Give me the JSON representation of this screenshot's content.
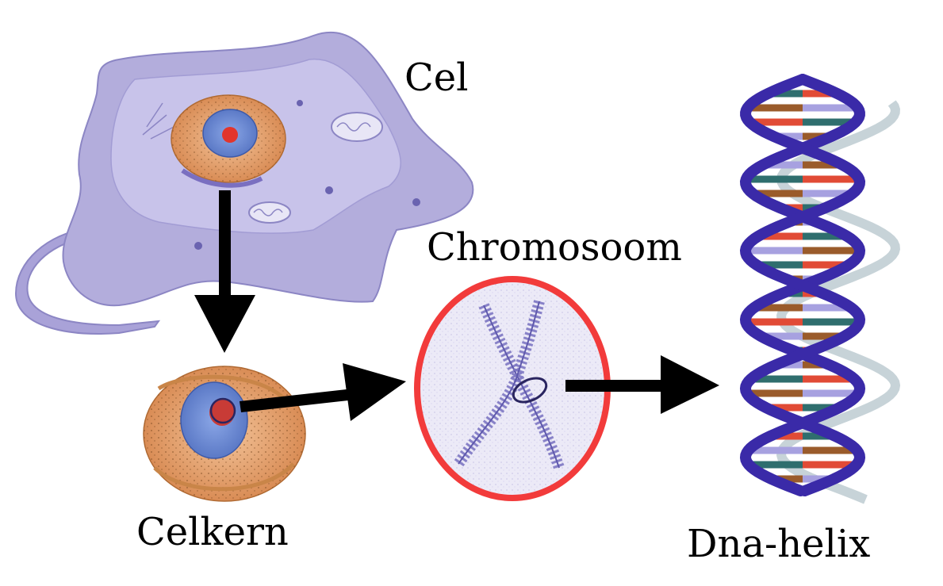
{
  "labels": {
    "cell": "Cel",
    "chromosome": "Chromosoom",
    "nucleus": "Celkern",
    "dna_helix": "Dna-helix"
  },
  "colors": {
    "cell_body": "#b3addc",
    "cell_outline": "#8c86c4",
    "nucleus_orange": "#e8a873",
    "nucleus_blue": "#6f8fd6",
    "nucleolus_red": "#e2352c",
    "chromosome_ring": "#f23b3b",
    "chromosome_fill": "#eceaf7",
    "chromosome_strand": "#7d77c2",
    "dna_backbone": "#3a2aa8",
    "arrow": "#000000",
    "base_pairs": [
      "#e14b36",
      "#a7a1e0",
      "#2f6e6e",
      "#9a5b2b"
    ]
  }
}
